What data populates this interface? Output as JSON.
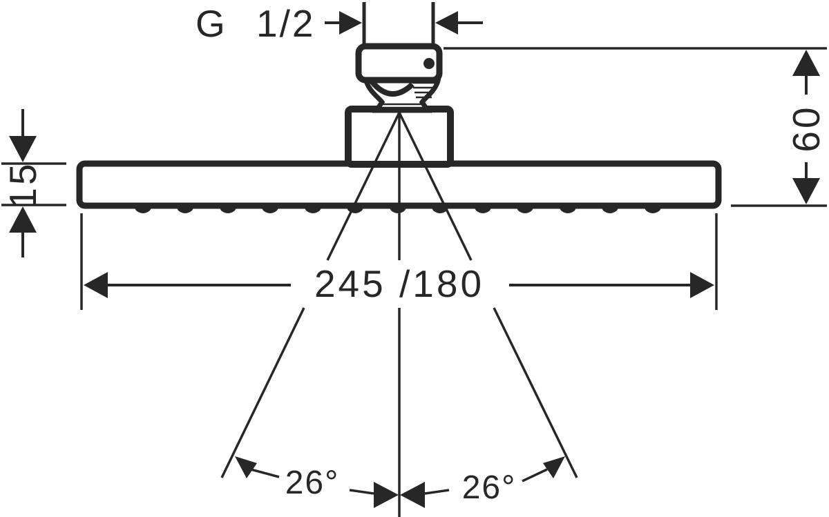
{
  "colors": {
    "ink": "#272727",
    "paper": "#ffffff"
  },
  "drawing": {
    "thread_label": "G 1/2",
    "height_mm": "60",
    "thickness_mm": "15",
    "width_mm": "245 /180",
    "spray_angle_left": "26°",
    "spray_angle_right": "26°"
  }
}
